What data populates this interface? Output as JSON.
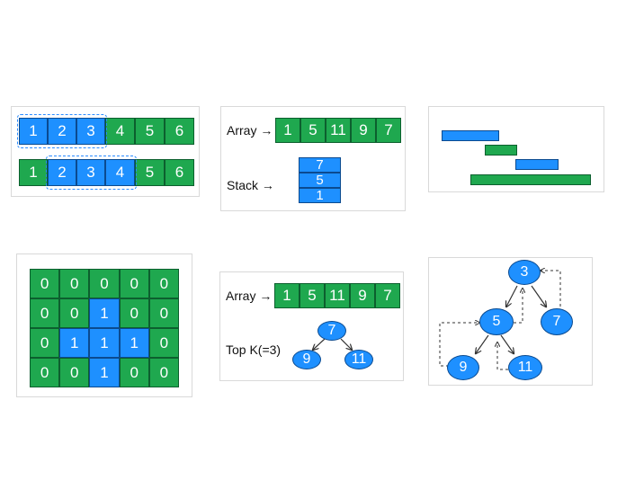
{
  "sliding_window": {
    "row1": [
      "1",
      "2",
      "3",
      "4",
      "5",
      "6"
    ],
    "row2": [
      "1",
      "2",
      "3",
      "4",
      "5",
      "6"
    ]
  },
  "array_stack": {
    "array_label": "Array →",
    "array": [
      "1",
      "5",
      "11",
      "9",
      "7"
    ],
    "stack_label": "Stack →",
    "stack": [
      "7",
      "5",
      "1"
    ]
  },
  "intervals": {
    "colors": {
      "blue": "#1e90ff",
      "green": "#1fa84f"
    }
  },
  "grid": {
    "rows": [
      [
        "0",
        "0",
        "0",
        "0",
        "0"
      ],
      [
        "0",
        "0",
        "1",
        "0",
        "0"
      ],
      [
        "0",
        "1",
        "1",
        "1",
        "0"
      ],
      [
        "0",
        "0",
        "1",
        "0",
        "0"
      ]
    ]
  },
  "topk": {
    "array_label": "Array →",
    "array": [
      "1",
      "5",
      "11",
      "9",
      "7"
    ],
    "heap_label": "Top K(=3)",
    "heap": {
      "root": "7",
      "left": "9",
      "right": "11"
    }
  },
  "tree": {
    "root": "3",
    "mid": "5",
    "right": "7",
    "left_leaf": "9",
    "right_leaf": "11"
  },
  "colors": {
    "green": "#1fa84f",
    "blue": "#1e90ff",
    "border": "#d9d9d9"
  }
}
